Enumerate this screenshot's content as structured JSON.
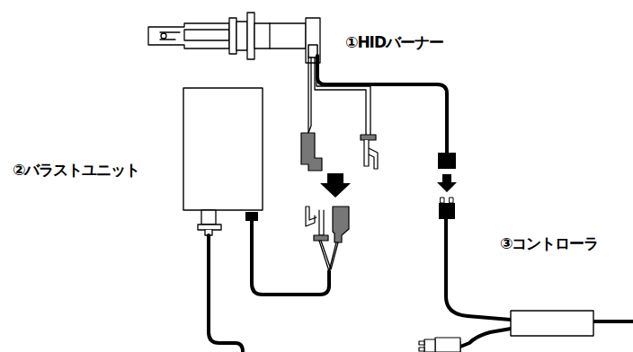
{
  "diagram": {
    "labels": [
      "①HIDバーナー",
      "②バラストユニット",
      "③コントローラ"
    ]
  }
}
